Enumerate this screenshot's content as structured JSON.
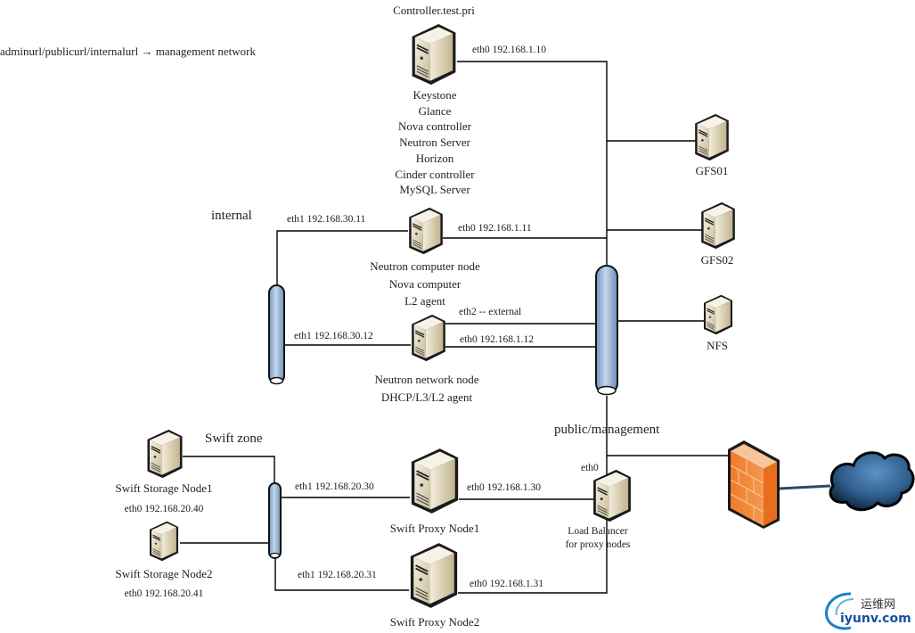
{
  "title_note": "adminurl/publicurl/internalurl → management network",
  "networks": {
    "internal": "internal",
    "public_management": "public/management",
    "swift_zone": "Swift zone"
  },
  "controller": {
    "hostname": "Controller.test.pri",
    "eth0": "eth0 192.168.1.10",
    "services": [
      "Keystone",
      "Glance",
      "Nova controller",
      "Neutron Server",
      "Horizon",
      "Cinder controller",
      "MySQL Server"
    ]
  },
  "compute_node": {
    "eth1": "eth1 192.168.30.11",
    "eth0": "eth0 192.168.1.11",
    "roles": [
      "Neutron computer node",
      "Nova computer",
      "L2 agent"
    ]
  },
  "network_node": {
    "eth1": "eth1 192.168.30.12",
    "eth2": "eth2 -- external",
    "eth0": "eth0 192.168.1.12",
    "roles": [
      "Neutron network node",
      "DHCP/L3/L2 agent"
    ]
  },
  "storage": {
    "gfs01": "GFS01",
    "gfs02": "GFS02",
    "nfs": "NFS"
  },
  "swift_storage": [
    {
      "name": "Swift Storage Node1",
      "eth0": "eth0 192.168.20.40"
    },
    {
      "name": "Swift Storage Node2",
      "eth0": "eth0 192.168.20.41"
    }
  ],
  "swift_proxy": [
    {
      "name": "Swift Proxy Node1",
      "eth1": "eth1 192.168.20.30",
      "eth0": "eth0 192.168.1.30"
    },
    {
      "name": "Swift Proxy Node2",
      "eth1": "eth1 192.168.20.31",
      "eth0": "eth0 192.168.1.31"
    }
  ],
  "load_balancer": {
    "eth0": "eth0",
    "label": [
      "Load Balancer",
      "for proxy nodes"
    ]
  },
  "watermark": {
    "cn": "运维网",
    "en": "iyunv.com"
  },
  "colors": {
    "line": "#000000",
    "bus_fill": "#9ab8d8",
    "server_face": "#e9e1cc",
    "firewall": "#f07a2a",
    "cloud": "#2f5e8a",
    "watermark_blue": "#1a80c8"
  }
}
